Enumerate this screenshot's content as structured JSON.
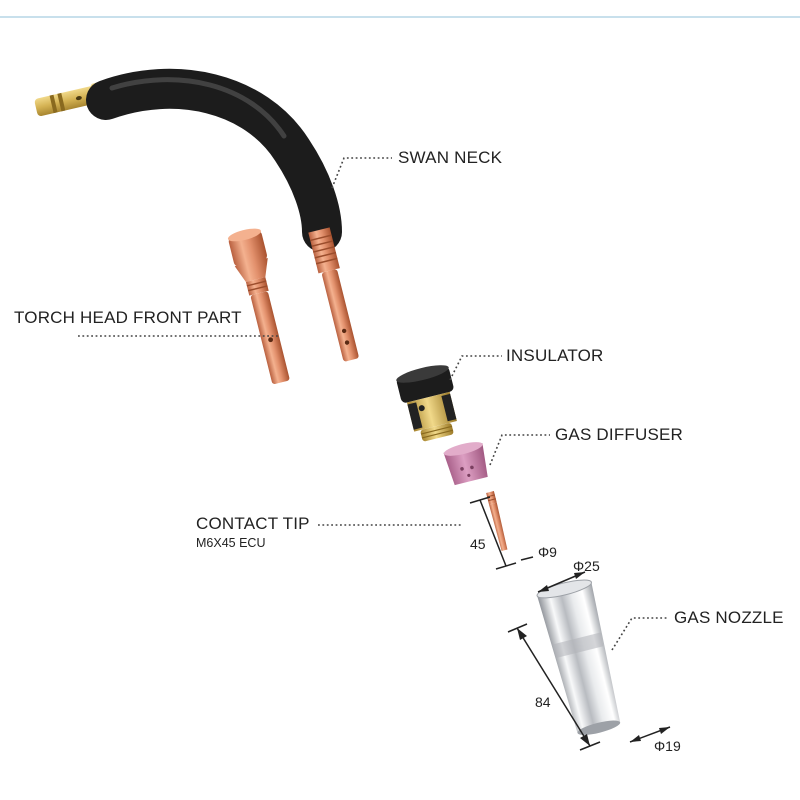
{
  "colors": {
    "top_rule": "#a8cde0",
    "leader": "#444444",
    "copper": "#d9825f",
    "brass": "#d4b253",
    "black_sleeve": "#1c1c1c",
    "ceramic": "#c07aa3",
    "chrome": "#c9ccd1"
  },
  "labels": {
    "swan_neck": "SWAN NECK",
    "torch_head_front_part": "TORCH HEAD FRONT PART",
    "insulator": "INSULATOR",
    "gas_diffuser": "GAS DIFFUSER",
    "contact_tip": "CONTACT TIP",
    "contact_tip_spec": "M6X45 ECU",
    "gas_nozzle": "GAS NOZZLE"
  },
  "dimensions": {
    "contact_tip_length": "45",
    "contact_tip_diameter": "Φ9",
    "nozzle_outer_diameter": "Φ25",
    "nozzle_length": "84",
    "nozzle_tip_diameter": "Φ19"
  }
}
